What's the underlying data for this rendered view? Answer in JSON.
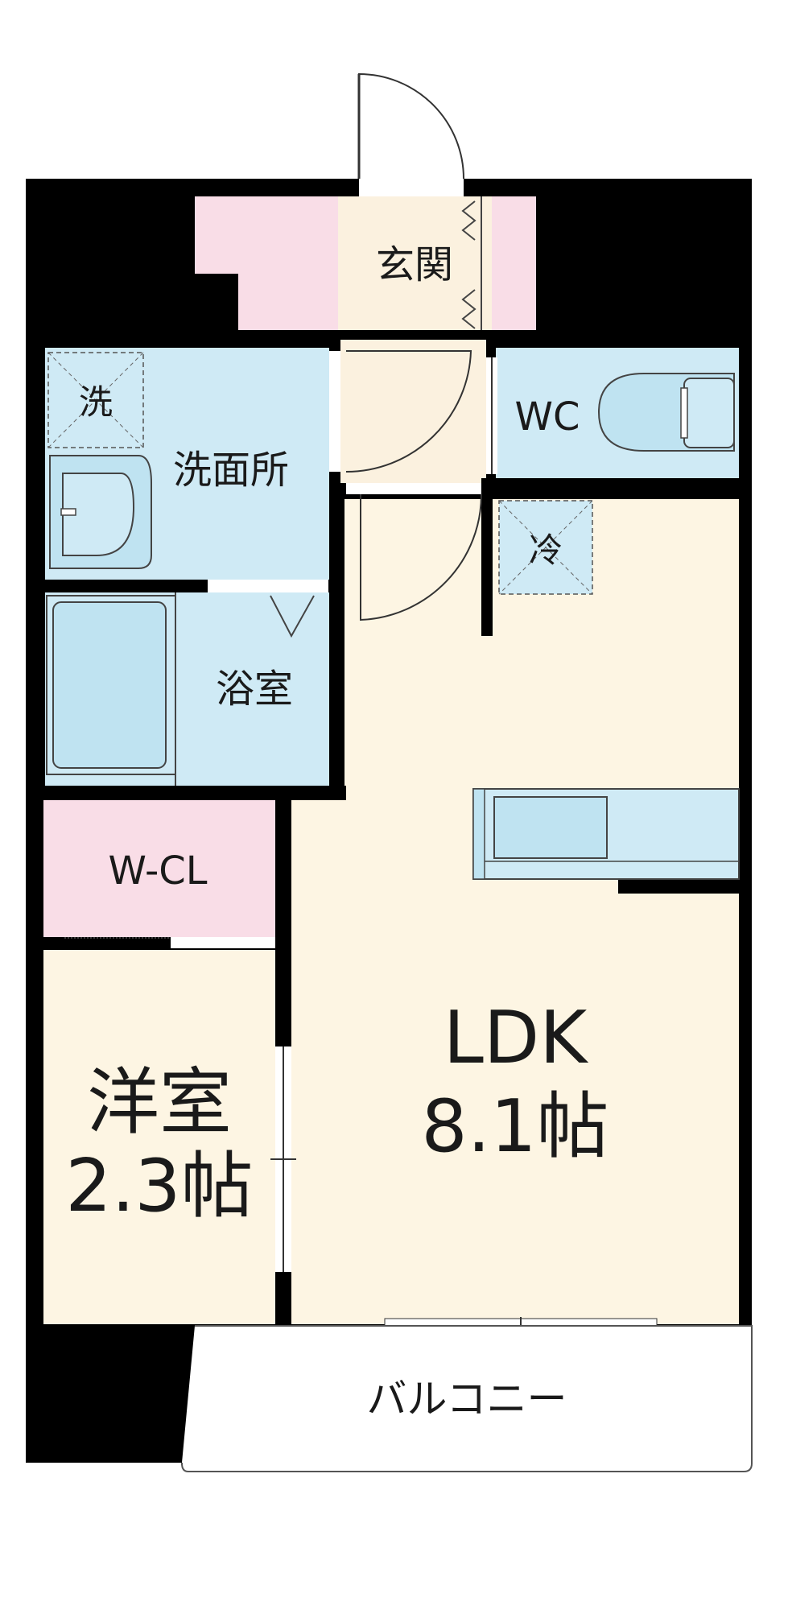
{
  "rooms": {
    "entrance": "玄関",
    "washroom": "洗面所",
    "washer": "洗",
    "wc": "WC",
    "fridge": "冷",
    "bath": "浴室",
    "wcl": "W-CL",
    "western_name": "洋室",
    "western_size": "2.3帖",
    "ldk_name": "LDK",
    "ldk_size": "8.1帖",
    "balcony": "バルコニー"
  },
  "colors": {
    "wall": "#000000",
    "wet_area": "#cfeaf5",
    "living_floor": "#fdf5e3",
    "storage": "#f9dde7",
    "entrance_floor": "#fbf1df",
    "fixture": "#bfe3f1",
    "balcony": "#ffffff"
  }
}
